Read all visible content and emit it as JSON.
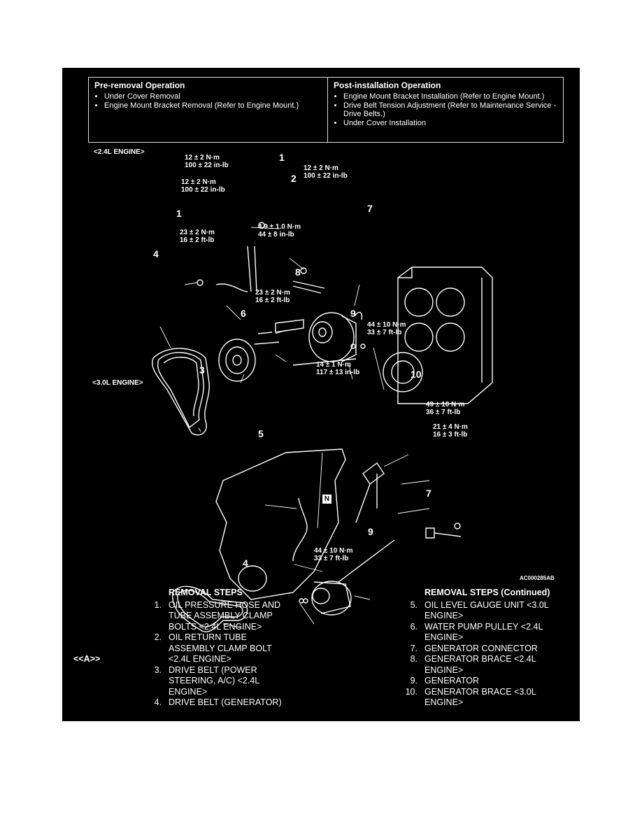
{
  "pre_removal": {
    "title": "Pre-removal Operation",
    "items": [
      "Under Cover Removal",
      "Engine Mount Bracket Removal (Refer to Engine Mount.)"
    ]
  },
  "post_installation": {
    "title": "Post-installation Operation",
    "items": [
      "Engine Mount Bracket Installation (Refer to Engine Mount.)",
      "Drive Belt Tension Adjustment (Refer to Maintenance Service - Drive Belts.)",
      "Under Cover Installation"
    ]
  },
  "engine_24": {
    "section_label": "<2.4L ENGINE>",
    "torques": {
      "t1": [
        "12 ± 2 N·m",
        "100 ± 22 in-lb"
      ],
      "t2": [
        "12 ± 2 N·m",
        "100 ± 22 in-lb"
      ],
      "t3": [
        "12 ± 2 N·m",
        "100 ± 22 in-lb"
      ],
      "t4": [
        "23 ± 2 N·m",
        "16 ± 2 ft-lb"
      ],
      "t5": [
        "4.9 ± 1.0 N·m",
        "44 ± 8 in-lb"
      ],
      "t6": [
        "23 ± 2 N·m",
        "16 ± 2 ft-lb"
      ],
      "t7": [
        "44 ± 10 N·m",
        "33 ± 7 ft-lb"
      ]
    },
    "callouts": [
      "1",
      "2",
      "1",
      "7",
      "4",
      "8",
      "6",
      "9",
      "3"
    ]
  },
  "engine_30": {
    "section_label": "<3.0L ENGINE>",
    "torques": {
      "t1": [
        "14 ± 1 N·m",
        "117 ± 13 in-lb"
      ],
      "t2": [
        "49 ± 10 N·m",
        "36 ± 7 ft-lb"
      ],
      "t3": [
        "21 ± 4 N·m",
        "16 ± 3 ft-lb"
      ],
      "t4": [
        "44 ± 10 N·m",
        "33 ± 7 ft-lb"
      ]
    },
    "callouts": [
      "10",
      "5",
      "7",
      "9",
      "4"
    ],
    "n_marker": "N"
  },
  "figure_code": "AC000285AB",
  "removal_steps": {
    "title": "REMOVAL STEPS",
    "title_cont": "REMOVAL STEPS (Continued)",
    "left": [
      {
        "n": "1.",
        "text": "OIL PRESSURE HOSE AND TUBE ASSEMBLY CLAMP BOLTS <2.4L ENGINE>"
      },
      {
        "n": "2.",
        "text": "OIL RETURN TUBE ASSEMBLY CLAMP BOLT <2.4L ENGINE>"
      },
      {
        "n": "3.",
        "text": "DRIVE BELT (POWER STEERING, A/C) <2.4L ENGINE>"
      },
      {
        "n": "4.",
        "text": "DRIVE BELT (GENERATOR)"
      }
    ],
    "right": [
      {
        "n": "5.",
        "text": "OIL LEVEL GAUGE UNIT <3.0L ENGINE>"
      },
      {
        "n": "6.",
        "text": "WATER PUMP PULLEY <2.4L ENGINE>"
      },
      {
        "n": "7.",
        "text": "GENERATOR CONNECTOR"
      },
      {
        "n": "8.",
        "text": "GENERATOR BRACE <2.4L ENGINE>"
      },
      {
        "n": "9.",
        "text": "GENERATOR"
      },
      {
        "n": "10.",
        "text": "GENERATOR BRACE <3.0L ENGINE>"
      }
    ],
    "note_a": "<<A>>"
  }
}
